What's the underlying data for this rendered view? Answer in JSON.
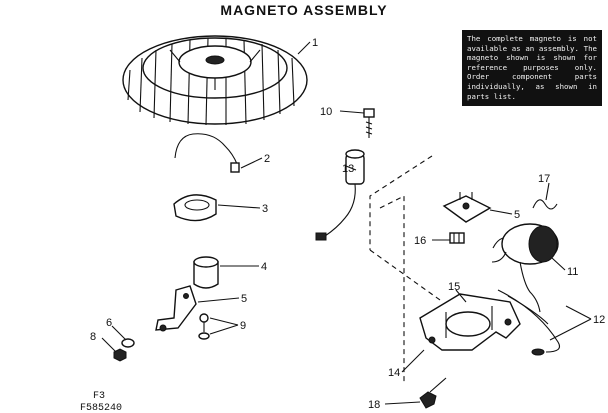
{
  "title": "MAGNETO ASSEMBLY",
  "note": "The complete magneto is not available as an assembly. The magneto shown is shown for reference purposes only. Order component parts individually, as shown in parts list.",
  "callouts": [
    "1",
    "2",
    "3",
    "4",
    "5",
    "6",
    "8",
    "9",
    "10",
    "13",
    "17",
    "5",
    "16",
    "11",
    "15",
    "12",
    "14",
    "18"
  ],
  "figure_id": "F3",
  "drawing_number": "F585240"
}
